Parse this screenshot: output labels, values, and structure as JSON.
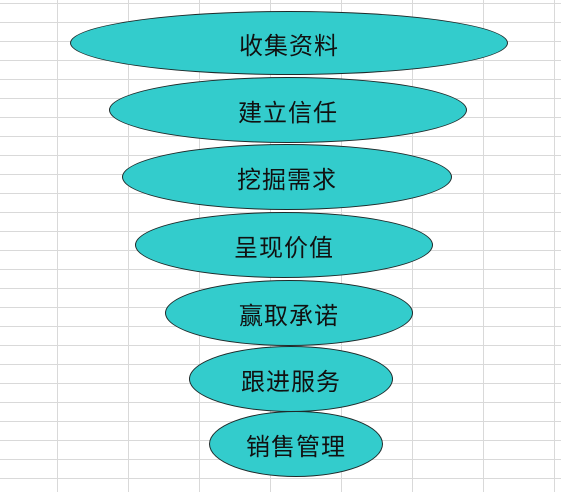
{
  "diagram": {
    "fill_color": "#33cccc",
    "stages": [
      {
        "label": "收集资料"
      },
      {
        "label": "建立信任"
      },
      {
        "label": "挖掘需求"
      },
      {
        "label": "呈现价值"
      },
      {
        "label": "赢取承诺"
      },
      {
        "label": "跟进服务"
      },
      {
        "label": "销售管理"
      }
    ]
  }
}
